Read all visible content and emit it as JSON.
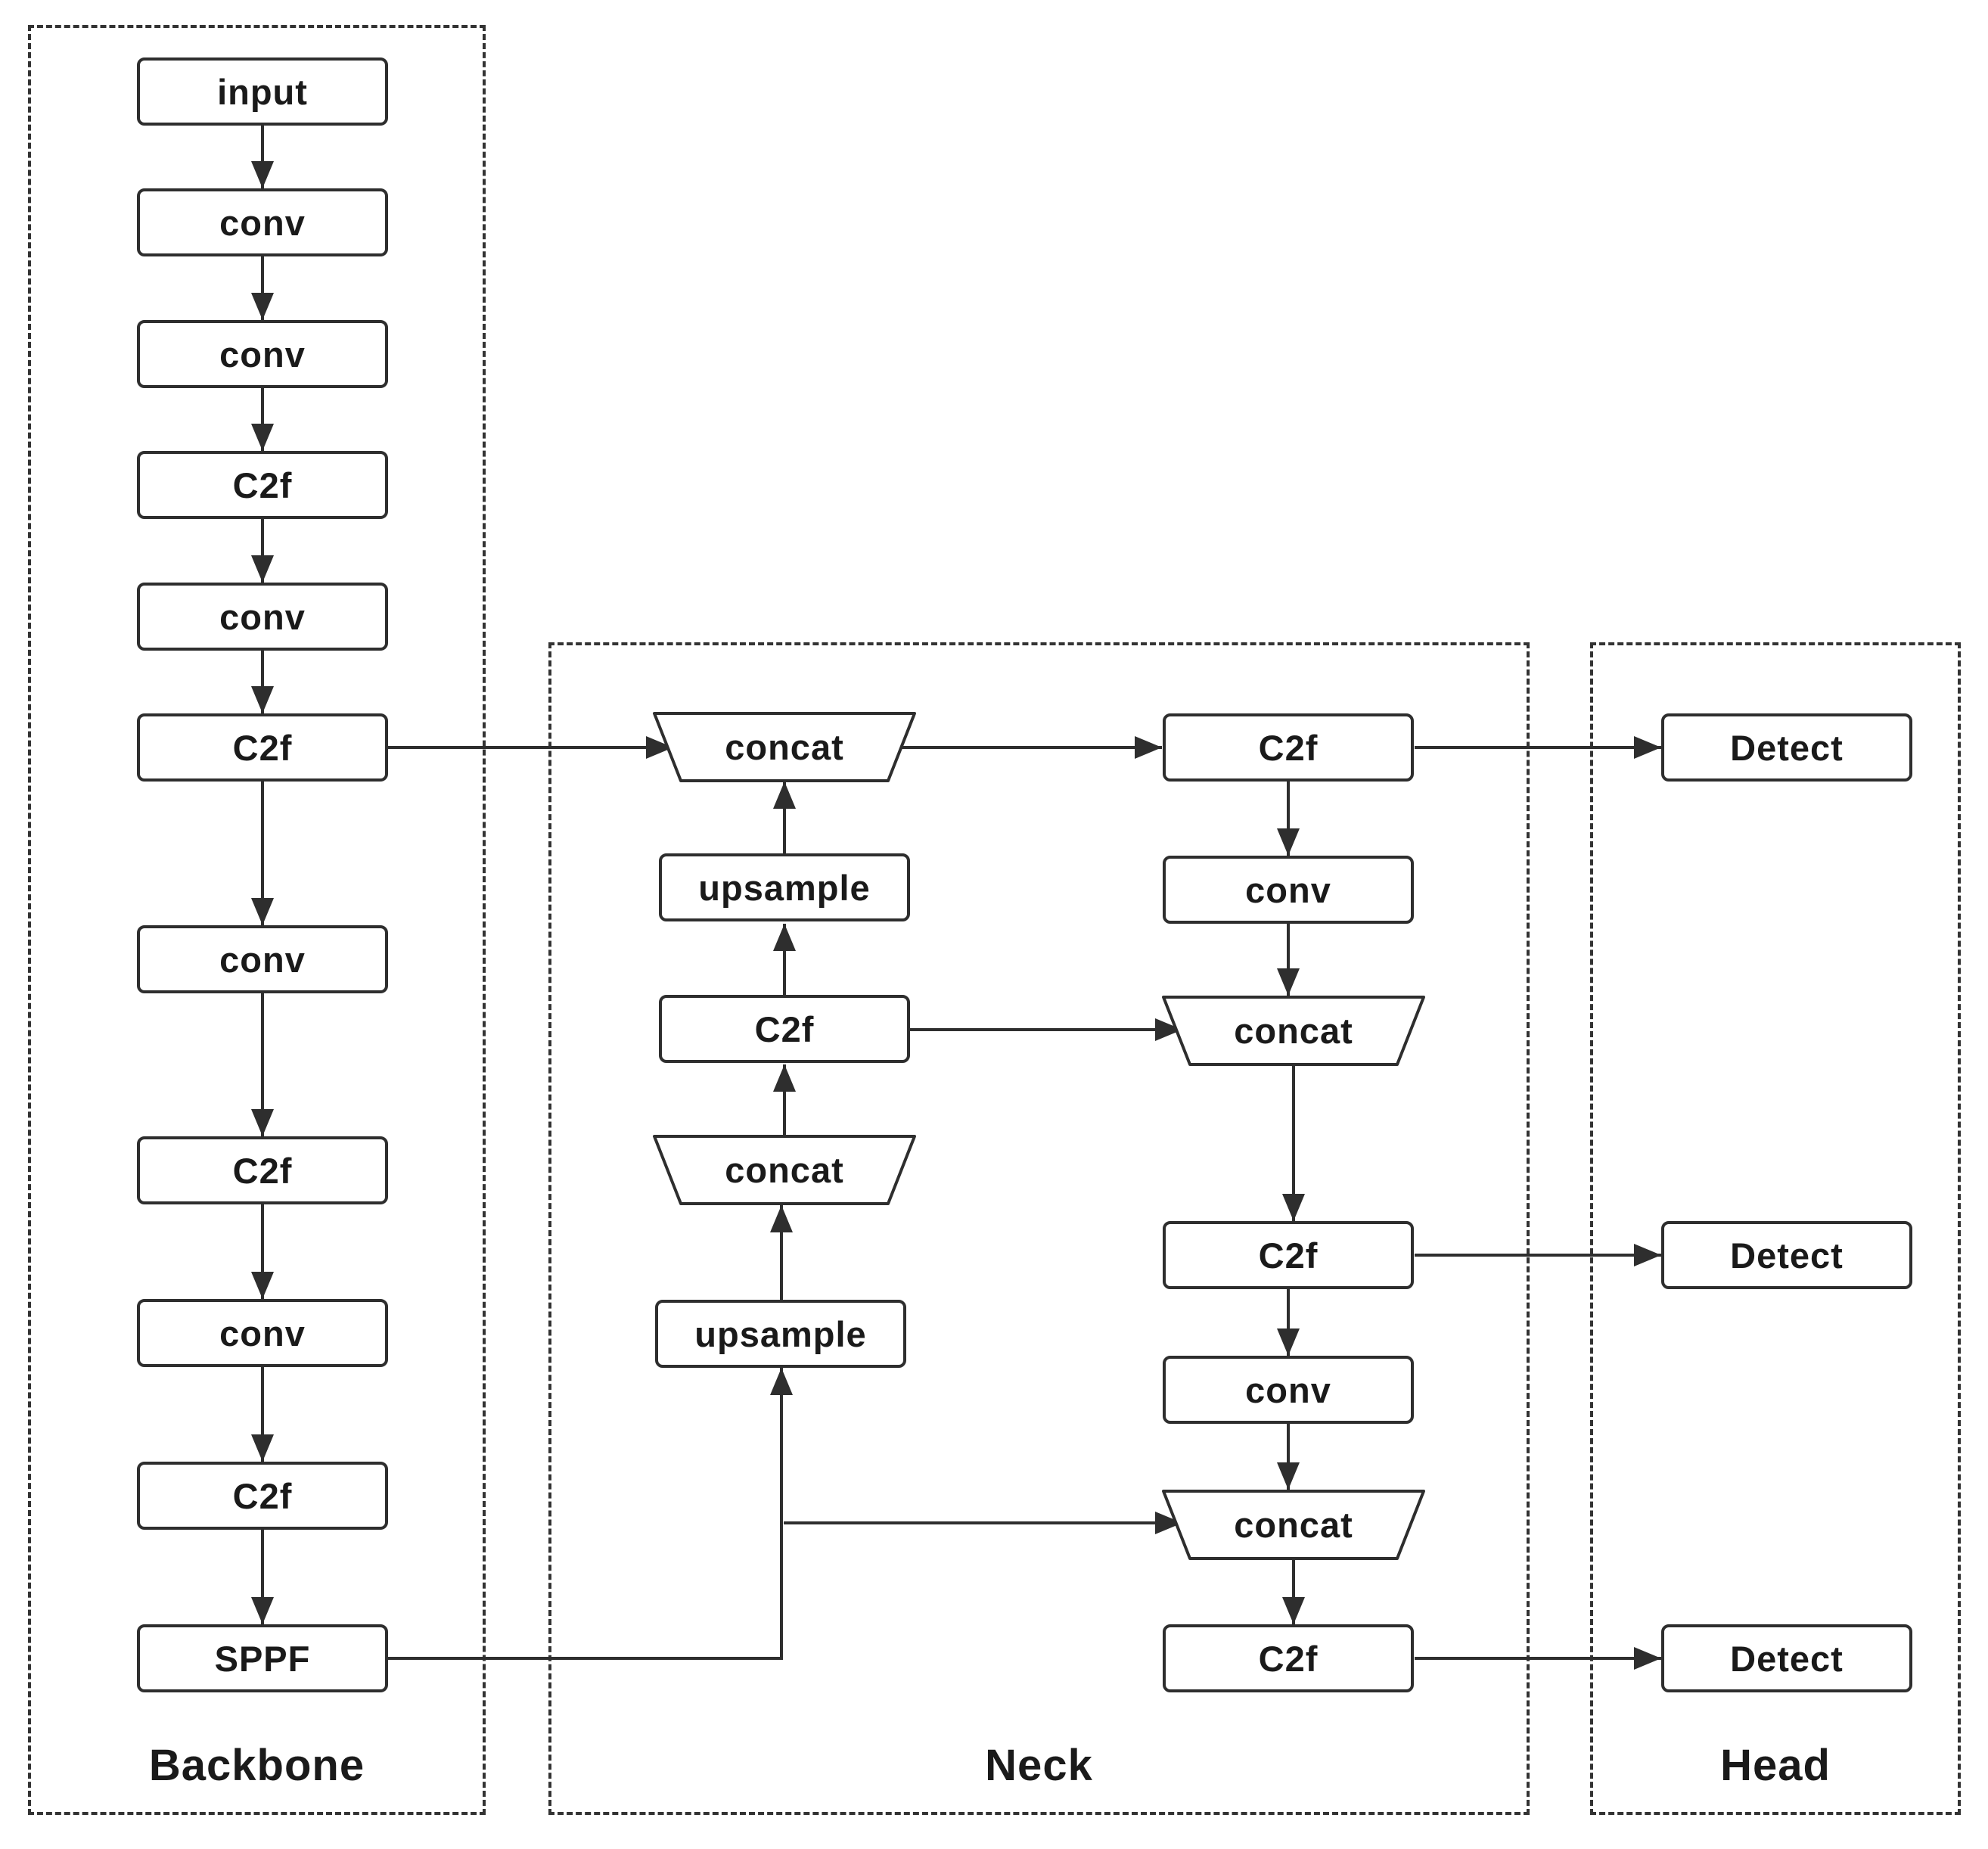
{
  "sections": {
    "backbone": "Backbone",
    "neck": "Neck",
    "head": "Head"
  },
  "backbone": {
    "input": "input",
    "conv1": "conv",
    "conv2": "conv",
    "c2f1": "C2f",
    "conv3": "conv",
    "c2f2": "C2f",
    "conv4": "conv",
    "c2f3": "C2f",
    "conv5": "conv",
    "c2f4": "C2f",
    "sppf": "SPPF"
  },
  "neck": {
    "concat_top": "concat",
    "upsample_top": "upsample",
    "c2f_mid": "C2f",
    "concat_mid_left": "concat",
    "upsample_bottom": "upsample",
    "c2f_right1": "C2f",
    "conv_right1": "conv",
    "concat_right1": "concat",
    "c2f_right2": "C2f",
    "conv_right2": "conv",
    "concat_right2": "concat",
    "c2f_right3": "C2f"
  },
  "head": {
    "detect1": "Detect",
    "detect2": "Detect",
    "detect3": "Detect"
  }
}
